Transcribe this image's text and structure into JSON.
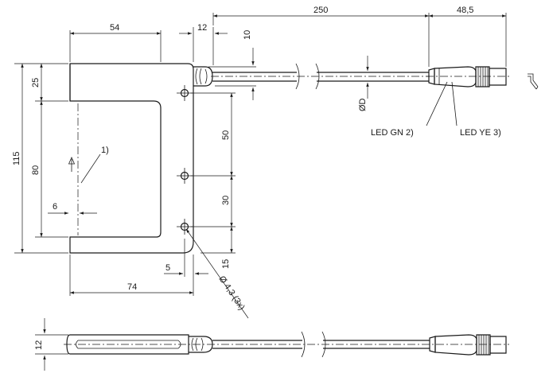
{
  "dimensions": {
    "width_top": "54",
    "flange_top": "12",
    "flange_height": "10",
    "cable_length": "250",
    "connector_length": "48,5",
    "height_total": "115",
    "height_upper": "25",
    "slot_depth": "80",
    "offset_small": "6",
    "hole_pitch_1": "50",
    "hole_pitch_2": "30",
    "hole_bottom": "15",
    "edge_offset": "5",
    "width_total": "74",
    "thickness": "12",
    "cable_diameter": "ØD",
    "hole_diameter": "Ø 4,3 (3x)"
  },
  "labels": {
    "note_1": "1)",
    "led_green": "LED GN 2)",
    "led_yellow": "LED YE 3)"
  }
}
